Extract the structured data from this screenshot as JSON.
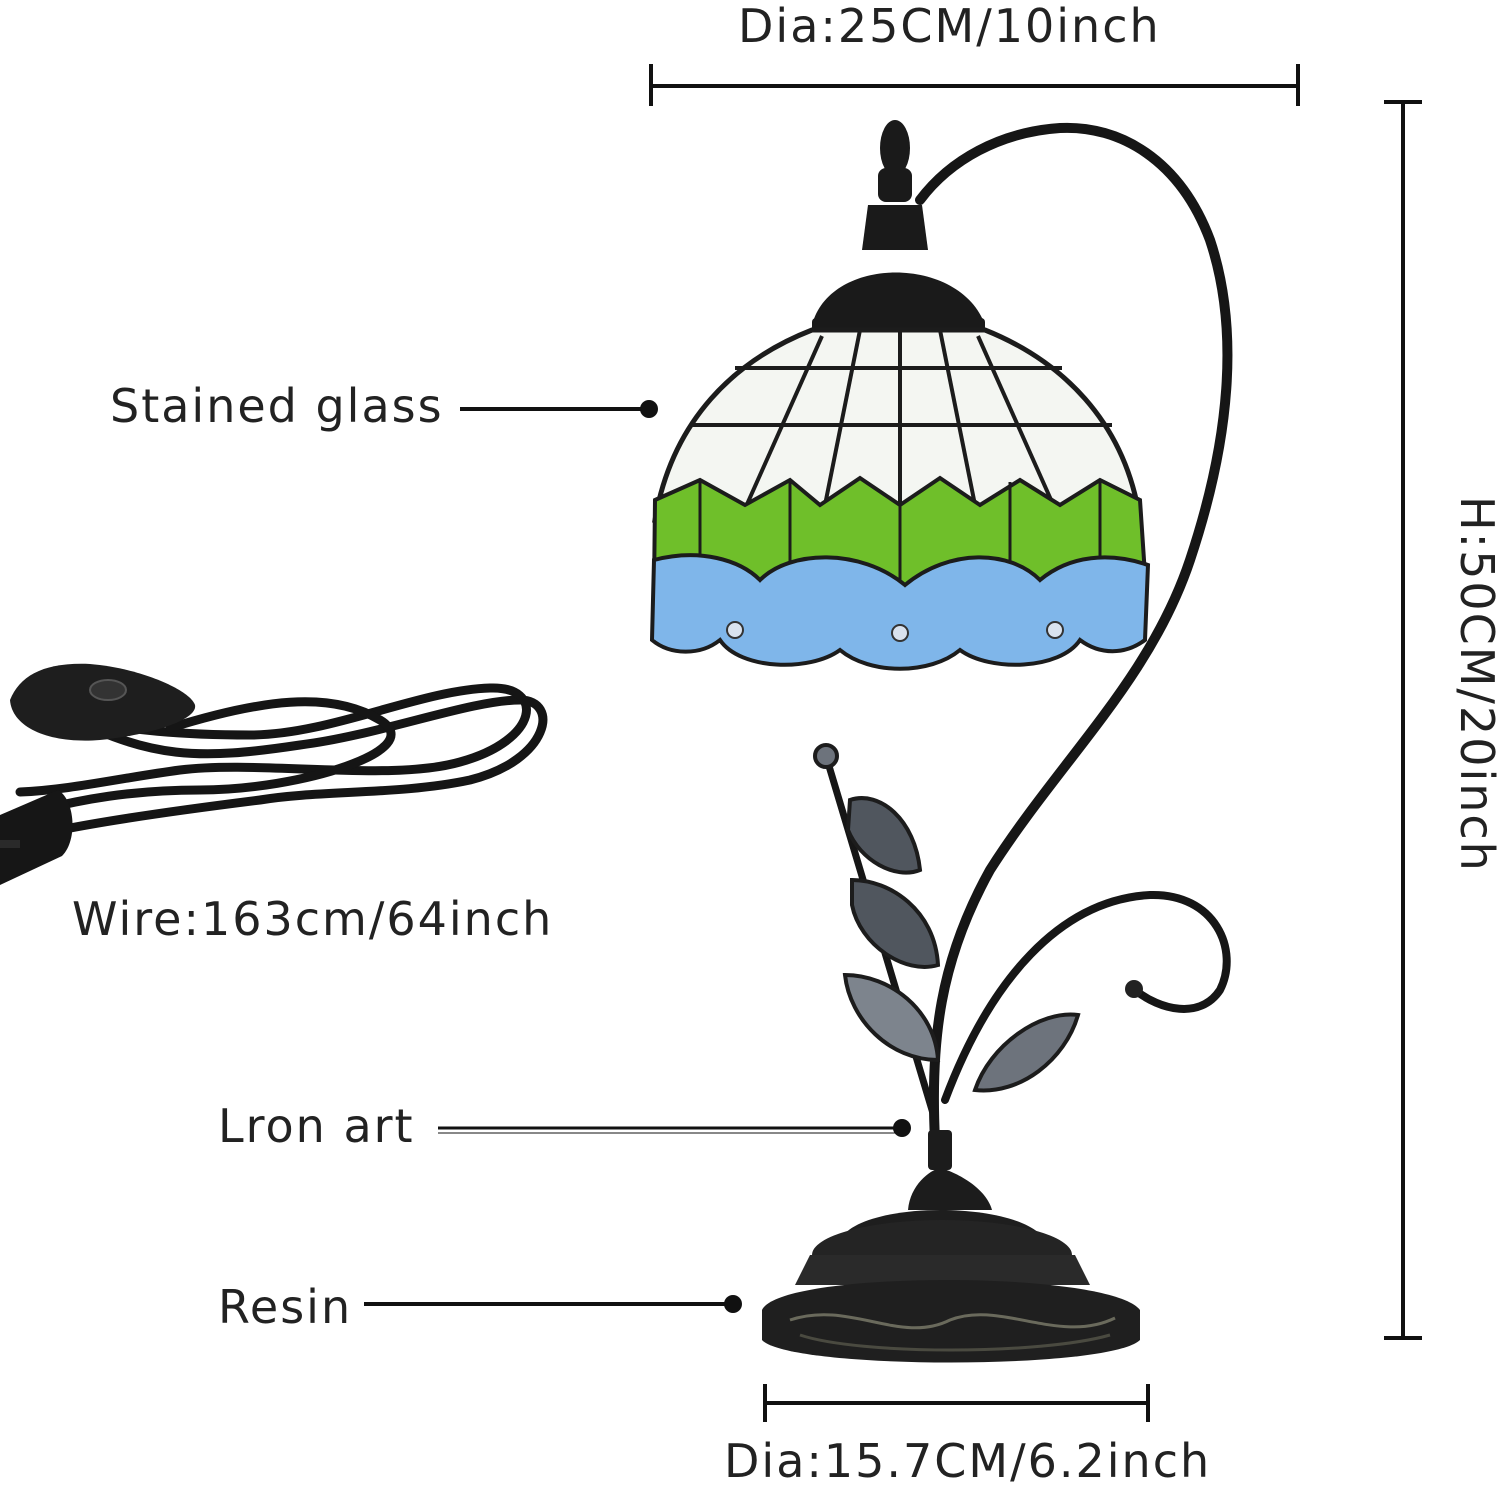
{
  "dimensions": {
    "shade_diameter": "Dia:25CM/10inch",
    "height": "H:50CM/20inch",
    "base_diameter": "Dia:15.7CM/6.2inch",
    "wire_length": "Wire:163cm/64inch"
  },
  "callouts": {
    "shade": "Stained glass",
    "stem": "Lron art",
    "base": "Resin"
  },
  "colors": {
    "glass_white": "#f4f6f2",
    "glass_green": "#6fbf2a",
    "glass_blue": "#7fb6ea",
    "metal_dark": "#1c1c1c",
    "leaf_gray": "#5f6670"
  }
}
